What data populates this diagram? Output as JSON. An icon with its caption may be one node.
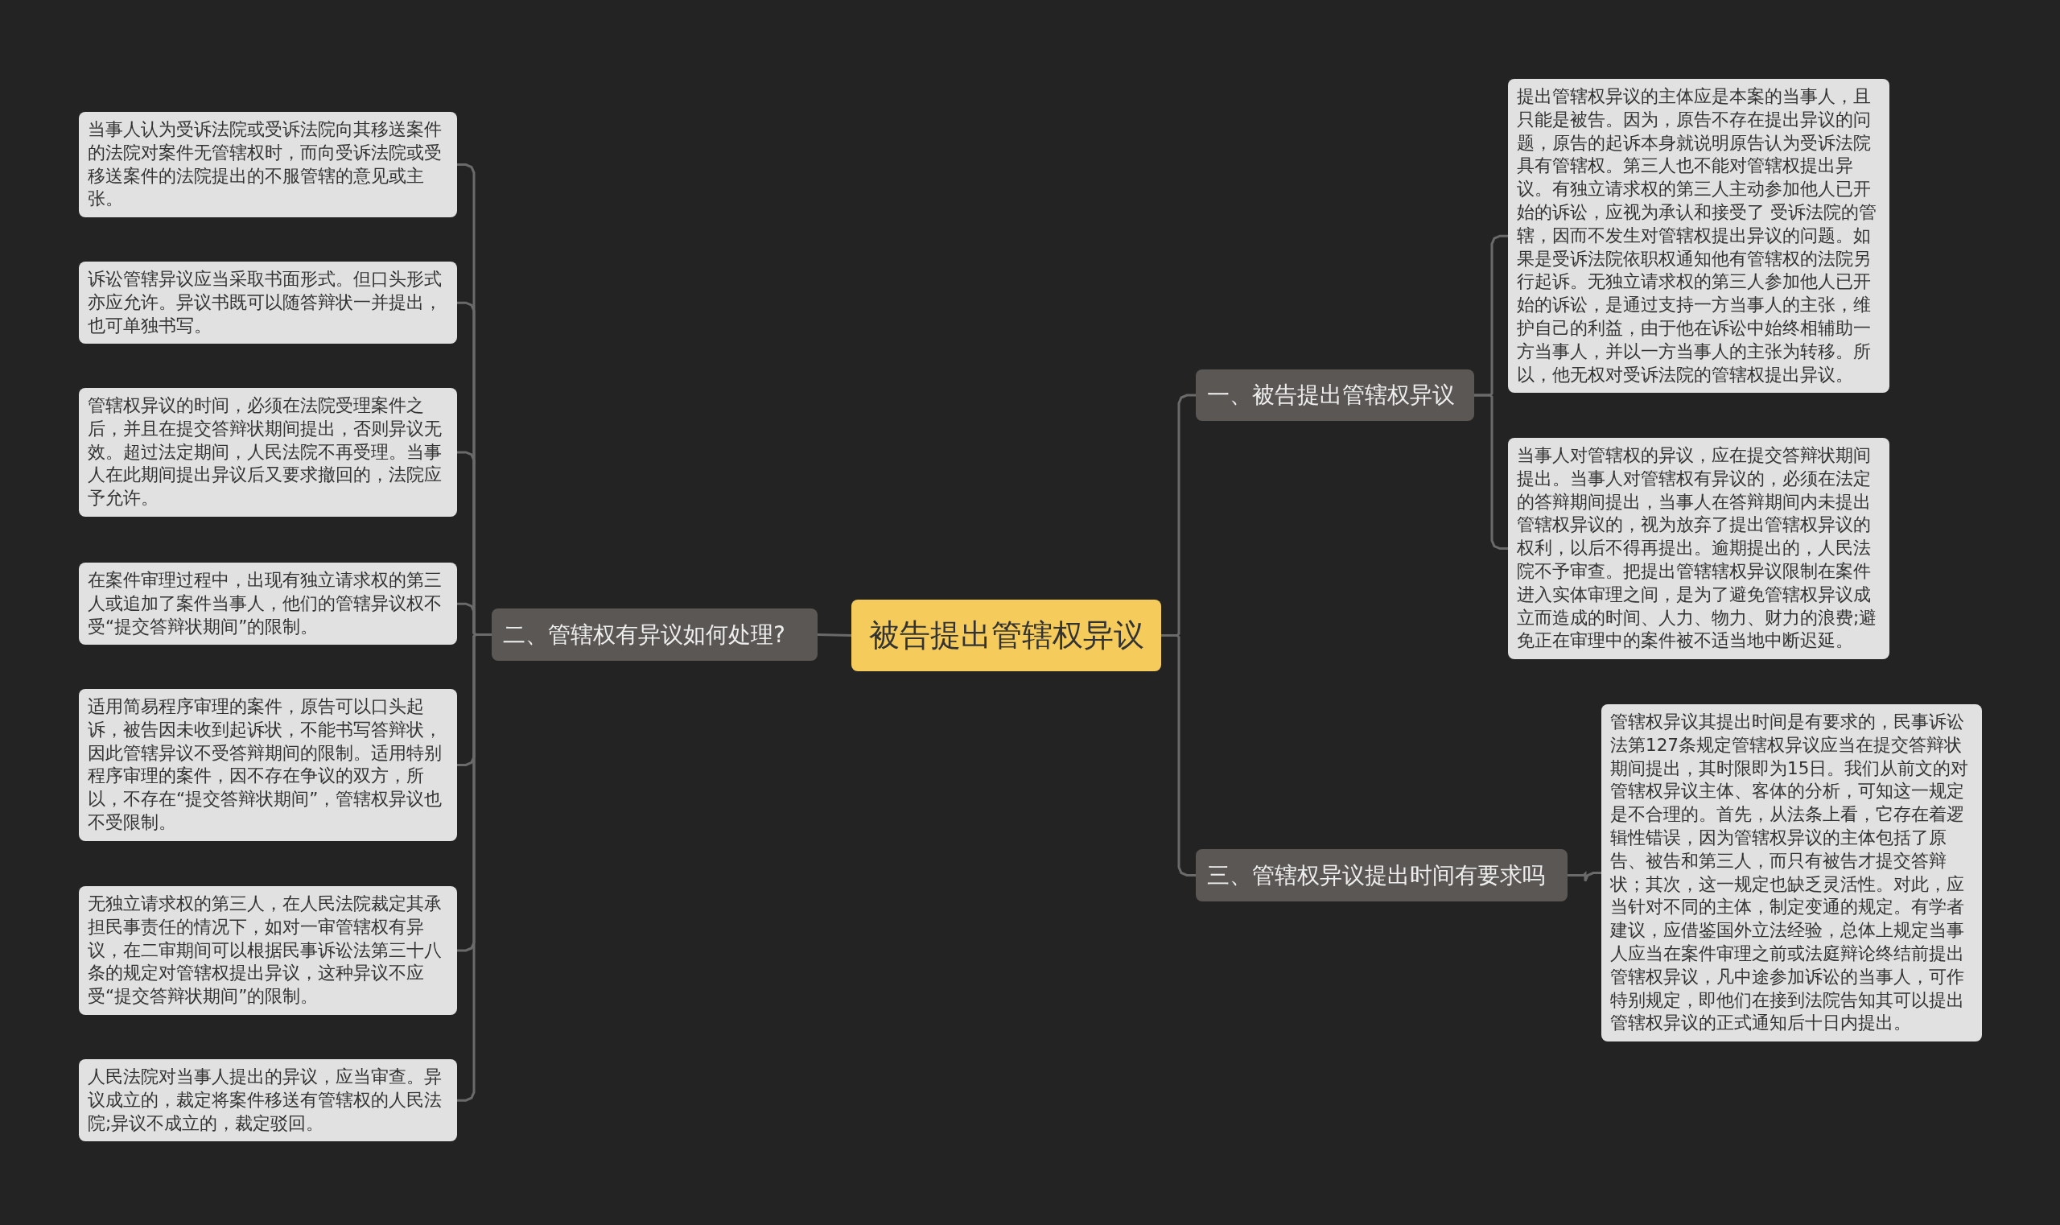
{
  "diagram": {
    "nodes": [
      {
        "text": [
          "被告提出管辖权异议"
        ]
      },
      {
        "text": [
          "一、被告提出管辖权异议"
        ]
      },
      {
        "text": [
          "提出管辖权异议的主体应是本案的当事人，且只能是被告。因为，原告不存在提出异议的问题，原告的起诉本身就说明原告认为受诉法院具有管辖权。第三人也不能对管辖权提出异议。有独立请求权的第三人主动参加他人已开始的诉讼，应视为承认和接受了 受诉法院的管辖，因而不发生对管辖权提出异议的问题。如果是受诉法院依职权通知他有管辖权的法院另行起诉。无独立请求权的第三人参加他人已开始的诉讼，是通过支持一方当事人的主张，维护自己的利益，由于他在诉讼中始终相辅助一方当事人，并以一方当事人的主张为转移。所以，他无权对受诉法院的管辖权提出异议。"
        ]
      },
      {
        "text": [
          "当事人对管辖权的异议，应在提交答辩状期间提出。当事人对管辖权有异议的，必须在法定的答辩期间提出，当事人在答辩期间内未提出管辖权异议的，视为放弃了提出管辖权异议的权利，以后不得再提出。逾期提出的，人民法院不予审查。把提出管辖辖权异议限制在案件进入实体审理之间，是为了避免管辖权异议成立而造成的时间、人力、物力、财力的浪费;避免正在审理中的案件被不适当地中断迟延。"
        ]
      },
      {
        "text": [
          "三、管辖权异议提出时间有要求吗"
        ]
      },
      {
        "text": [
          "管辖权异议其提出时间是有要求的，民事诉讼法第127条规定管辖权异议应当在提交答辩状期间提出，其时限即为15日。我们从前文的对管辖权异议主体、客体的分析，可知这一规定是不合理的。首先，从法条上看，它存在着逻辑性错误，因为管辖权异议的主体包括了原告、被告和第三人，而只有被告才提交答辩状；其次，这一规定也缺乏灵活性。对此，应当针对不同的主体，制定变通的规定。有学者建议，应借鉴国外立法经验，总体上规定当事人应当在案件审理之前或法庭辩论终结前提出管辖权异议，凡中途参加诉讼的当事人，可作特别规定，即他们在接到法院告知其可以提出管辖权异议的正式通知后十日内提出。"
        ]
      },
      {
        "text": [
          "二、管辖权有异议如何处理?"
        ]
      },
      {
        "text": [
          "当事人认为受诉法院或受诉法院向其移送案件的法院对案件无管辖权时，而向受诉法院或受移送案件的法院提出的不服管辖的意见或主张。"
        ]
      },
      {
        "text": [
          "诉讼管辖异议应当采取书面形式。但口头形式亦应允许。异议书既可以随答辩状一并提出，也可单独书写。"
        ]
      },
      {
        "text": [
          "管辖权异议的时间，必须在法院受理案件之后，并且在提交答辩状期间提出，否则异议无效。超过法定期间，人民法院不再受理。当事人在此期间提出异议后又要求撤回的，法院应予允许。"
        ]
      },
      {
        "text": [
          "在案件审理过程中，出现有独立请求权的第三人或追加了案件当事人，他们的管辖异议权不受“提交答辩状期间”的限制。"
        ]
      },
      {
        "text": [
          "适用简易程序审理的案件，原告可以口头起诉，被告因未收到起诉状，不能书写答辩状，因此管辖异议不受答辩期间的限制。适用特别程序审理的案件，因不存在争议的双方，所以，不存在“提交答辩状期间”，管辖权异议也不受限制。"
        ]
      },
      {
        "text": [
          "无独立请求权的第三人，在人民法院裁定其承担民事责任的情况下，如对一审管辖权有异议，在二审期间可以根据民事诉讼法第三十八条的规定对管辖权提出异议，这种异议不应受“提交答辩状期间”的限制。"
        ]
      },
      {
        "text": [
          "人民法院对当事人提出的异议，应当审查。异议成立的，裁定将案件移送有管辖权的人民法院;异议不成立的，裁定驳回。"
        ]
      }
    ],
    "edges": [
      {
        "from": 0,
        "to": 1,
        "arrow": "none"
      },
      {
        "from": 1,
        "to": 2,
        "arrow": "none"
      },
      {
        "from": 1,
        "to": 3,
        "arrow": "none"
      },
      {
        "from": 0,
        "to": 4,
        "arrow": "none"
      },
      {
        "from": 4,
        "to": 5,
        "arrow": "none"
      },
      {
        "from": 0,
        "to": 6,
        "arrow": "none"
      },
      {
        "from": 6,
        "to": 7,
        "arrow": "none"
      },
      {
        "from": 6,
        "to": 8,
        "arrow": "none"
      },
      {
        "from": 6,
        "to": 9,
        "arrow": "none"
      },
      {
        "from": 6,
        "to": 10,
        "arrow": "none"
      },
      {
        "from": 6,
        "to": 11,
        "arrow": "none"
      },
      {
        "from": 6,
        "to": 12,
        "arrow": "none"
      },
      {
        "from": 6,
        "to": 13,
        "arrow": "none"
      }
    ]
  }
}
